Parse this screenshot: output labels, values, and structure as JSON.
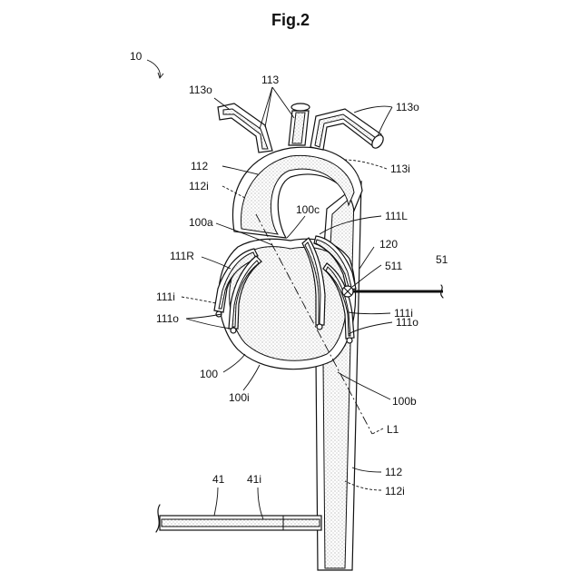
{
  "figure": {
    "title": "Fig.2",
    "labels": {
      "l10": "10",
      "l113": "113",
      "l113o_left": "113o",
      "l113o_right": "113o",
      "l113i": "113i",
      "l112_top": "112",
      "l112i_top": "112i",
      "l100a": "100a",
      "l100c": "100c",
      "l111L": "111L",
      "l120": "120",
      "l511": "511",
      "l51": "51",
      "l111R": "111R",
      "l111i_left": "111i",
      "l111o_left": "111o",
      "l111i_right": "111i",
      "l111o_right": "111o",
      "l100": "100",
      "l100i": "100i",
      "l100b": "100b",
      "lL1": "L1",
      "l112_bottom": "112",
      "l112i_bottom": "112i",
      "l41": "41",
      "l41i": "41i"
    }
  }
}
